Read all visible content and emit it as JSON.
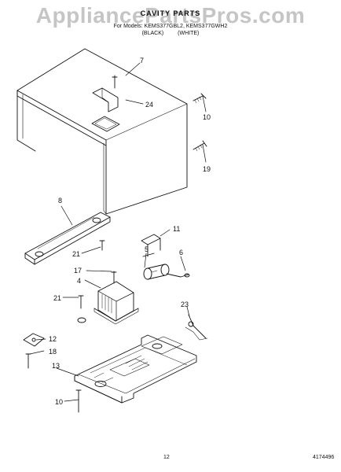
{
  "watermark": "AppliancePartsPros.com",
  "header": {
    "title": "CAVITY PARTS",
    "for_models_line": "For Models: KEMS377GBL2, KEMS377GWH2",
    "colors": [
      "(BLACK)",
      "(WHITE)"
    ]
  },
  "callouts": [
    "7",
    "24",
    "10",
    "19",
    "8",
    "11",
    "21",
    "5",
    "6",
    "17",
    "4",
    "21",
    "23",
    "12",
    "18",
    "13",
    "10"
  ],
  "footer": {
    "page_number": "12",
    "part_number": "4174496"
  },
  "colors": {
    "line": "#111111",
    "background": "#ffffff"
  }
}
